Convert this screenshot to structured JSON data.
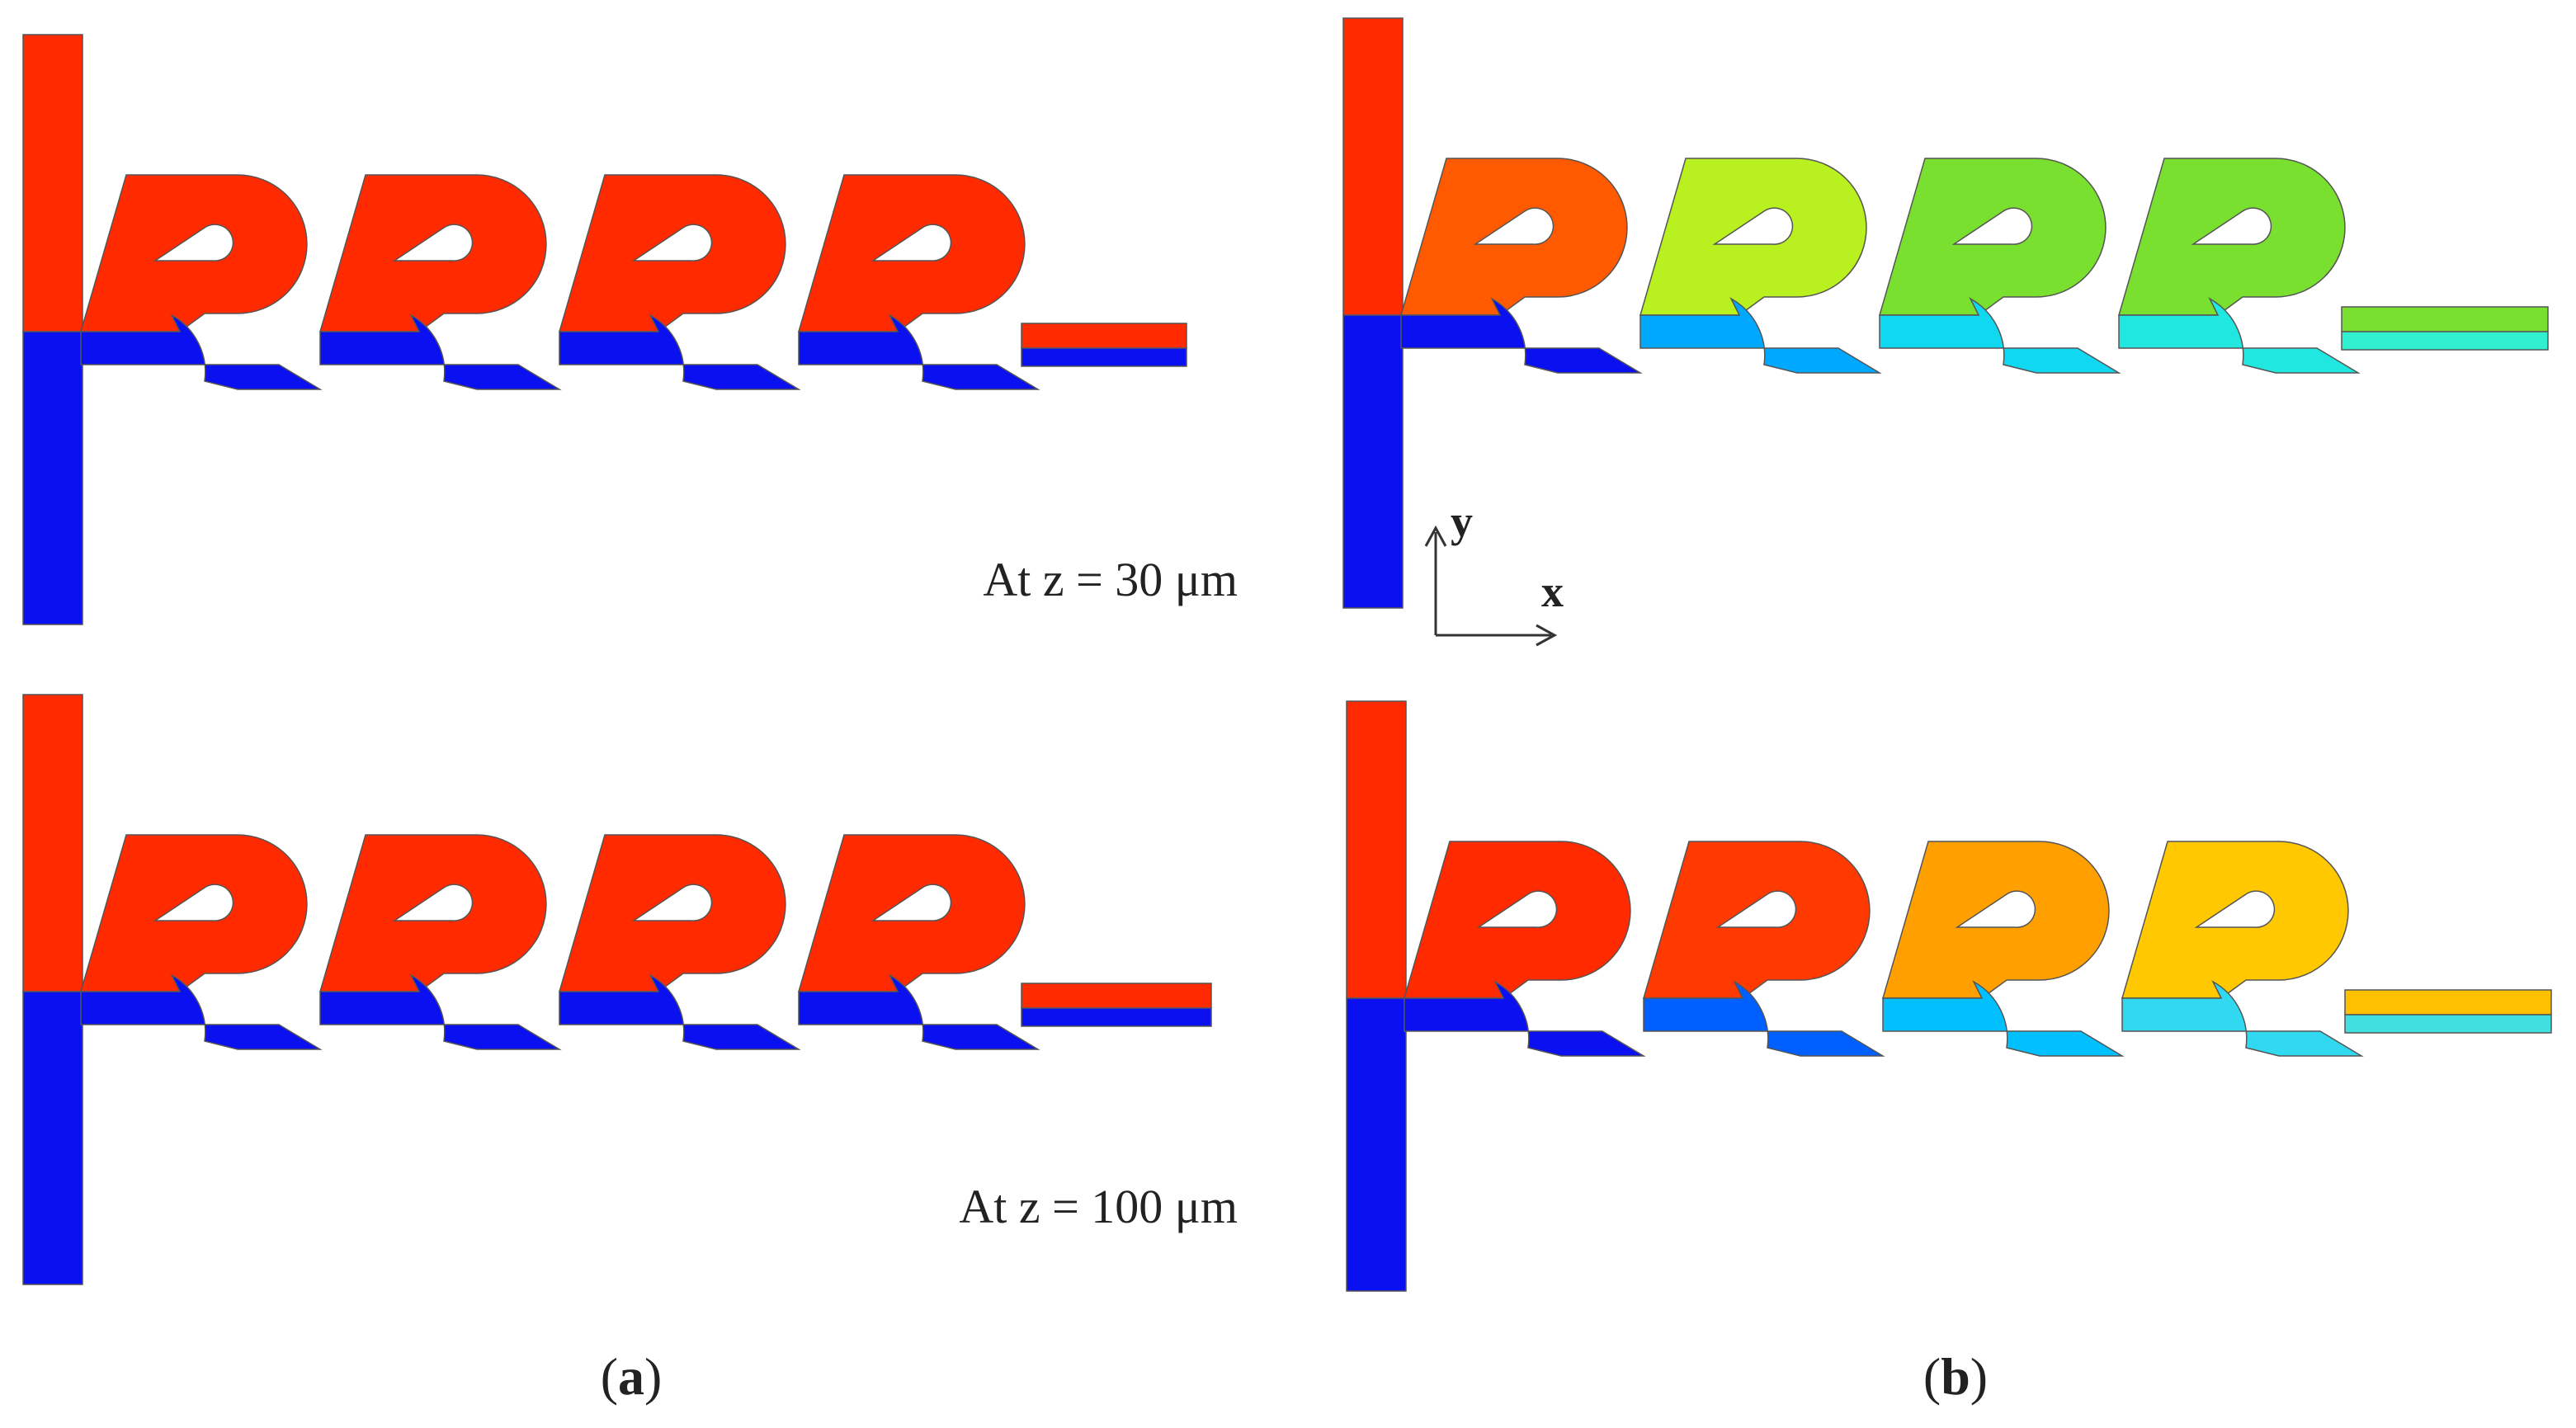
{
  "figure": {
    "panels": [
      {
        "letter": "a",
        "letter_text": "(a)",
        "rows": [
          {
            "label": "At z = 30 μm",
            "colors": {
              "top_inlet": "#ff2a00",
              "bottom_inlet": "#0a10f0",
              "upper_channel": [
                "#ff2a00",
                "#ff2a00",
                "#ff2a00",
                "#ff2a00"
              ],
              "lower_channel": [
                "#0a10f0",
                "#0a10f0",
                "#0a10f0",
                "#0a10f0"
              ],
              "outlet_top": "#ff2a00",
              "outlet_bottom": "#0a10f0"
            }
          },
          {
            "label": "At z = 100 μm",
            "colors": {
              "top_inlet": "#ff2a00",
              "bottom_inlet": "#0a10f0",
              "upper_channel": [
                "#ff2a00",
                "#ff2a00",
                "#ff2a00",
                "#ff2a00"
              ],
              "lower_channel": [
                "#0a10f0",
                "#0a10f0",
                "#0a10f0",
                "#0a10f0"
              ],
              "outlet_top": "#ff2a00",
              "outlet_bottom": "#0a10f0"
            }
          }
        ]
      },
      {
        "letter": "b",
        "letter_text": "(b)",
        "rows": [
          {
            "label": "",
            "colors": {
              "top_inlet": "#ff2a00",
              "bottom_inlet": "#0a10f0",
              "upper_channel": [
                "#ff5a00",
                "#b8f020",
                "#7ae030",
                "#7ae030"
              ],
              "lower_channel": [
                "#0a10f0",
                "#00a8ff",
                "#10d8f0",
                "#20e8e0"
              ],
              "outlet_top": "#7ae030",
              "outlet_bottom": "#30f0d0"
            }
          },
          {
            "label": "",
            "colors": {
              "top_inlet": "#ff2a00",
              "bottom_inlet": "#0a10f0",
              "upper_channel": [
                "#ff2a00",
                "#ff3a00",
                "#ffa000",
                "#ffc800"
              ],
              "lower_channel": [
                "#0a10f0",
                "#0060ff",
                "#00c0ff",
                "#30d8f0"
              ],
              "outlet_top": "#ffc000",
              "outlet_bottom": "#40e0e0"
            }
          }
        ]
      }
    ],
    "axes": {
      "y_label": "y",
      "x_label": "x"
    }
  }
}
